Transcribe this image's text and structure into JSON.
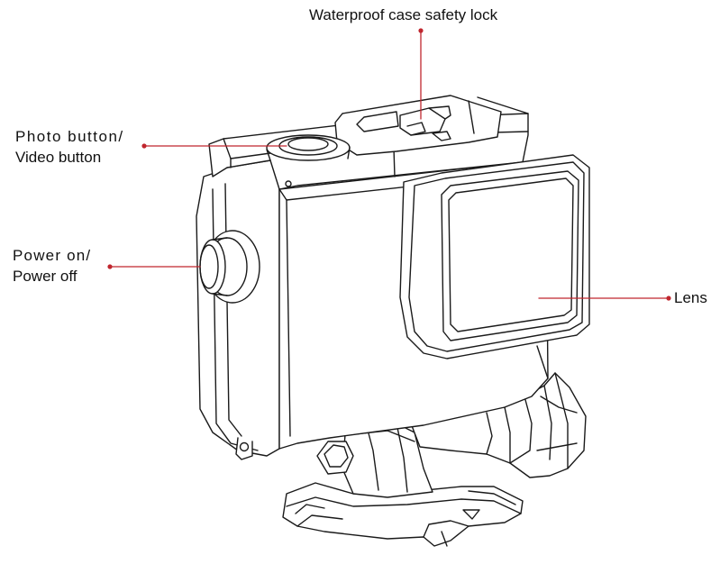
{
  "labels": {
    "safety_lock": "Waterproof case safety lock",
    "photo_line1": "Photo button/",
    "photo_line2": "Video button",
    "power_line1": "Power on/",
    "power_line2": "Power off",
    "lens": "Lens"
  },
  "colors": {
    "leader_line": "#c0262e",
    "outline": "#1a1a1a"
  },
  "icons": [
    "camera-housing",
    "shutter-button-icon",
    "power-button-icon",
    "lens-icon",
    "safety-lock-icon",
    "tripod-mount-icon",
    "thumb-screw-icon"
  ]
}
